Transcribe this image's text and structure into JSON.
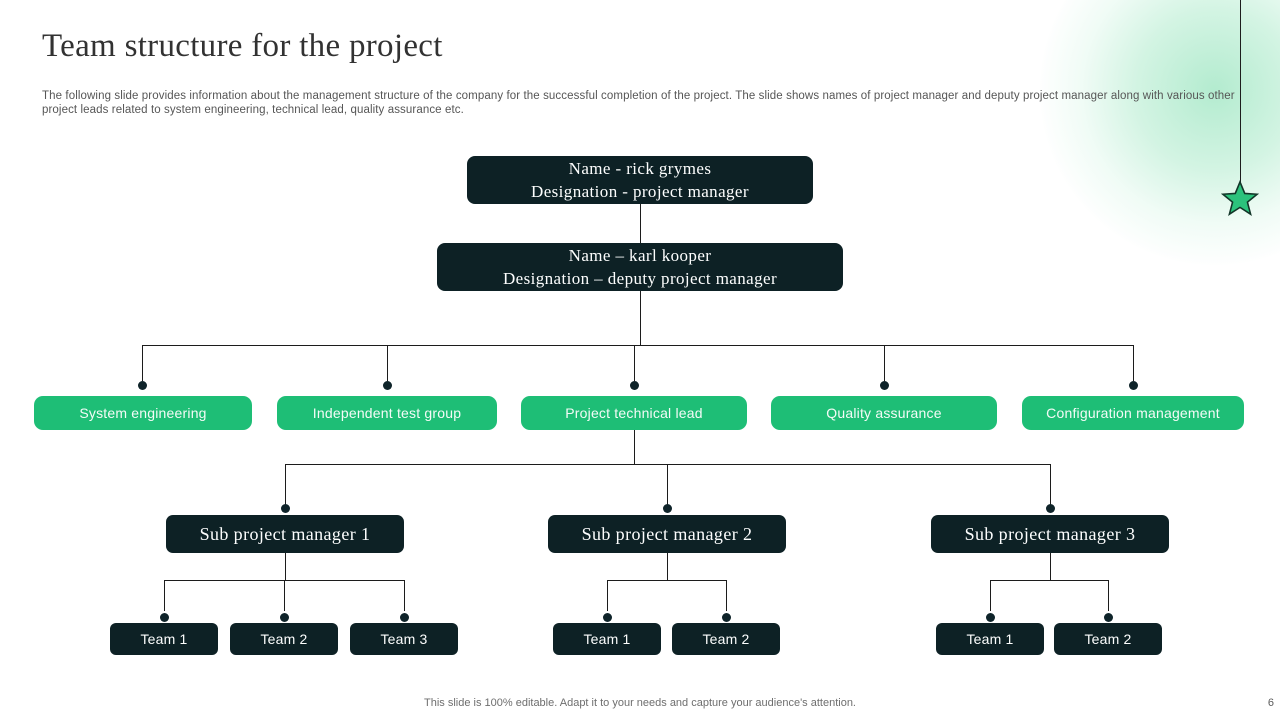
{
  "slide": {
    "title": "Team structure for the project",
    "subtitle": "The following slide provides information about the management structure of the company for the successful completion of the project. The slide shows names of project manager and deputy project manager along with various other project leads related to system engineering, technical lead, quality assurance etc.",
    "footer": "This slide is 100% editable. Adapt it to your needs and capture your audience's attention.",
    "page_number": "6"
  },
  "org_chart": {
    "project_manager": {
      "line1": "Name - rick grymes",
      "line2": "Designation - project manager"
    },
    "deputy_project_manager": {
      "line1": "Name – karl kooper",
      "line2": "Designation – deputy project manager"
    },
    "leads": [
      "System engineering",
      "Independent test group",
      "Project technical lead",
      "Quality assurance",
      "Configuration management"
    ],
    "sub_managers": [
      {
        "label": "Sub project manager 1",
        "teams": [
          "Team 1",
          "Team 2",
          "Team 3"
        ]
      },
      {
        "label": "Sub project manager 2",
        "teams": [
          "Team 1",
          "Team 2"
        ]
      },
      {
        "label": "Sub project manager 3",
        "teams": [
          "Team 1",
          "Team 2"
        ]
      }
    ]
  },
  "colors": {
    "accent_green": "#1ebe76",
    "dark_box": "#0d2125",
    "star_green": "#2cc27c",
    "connector": "#1c1c1c"
  }
}
